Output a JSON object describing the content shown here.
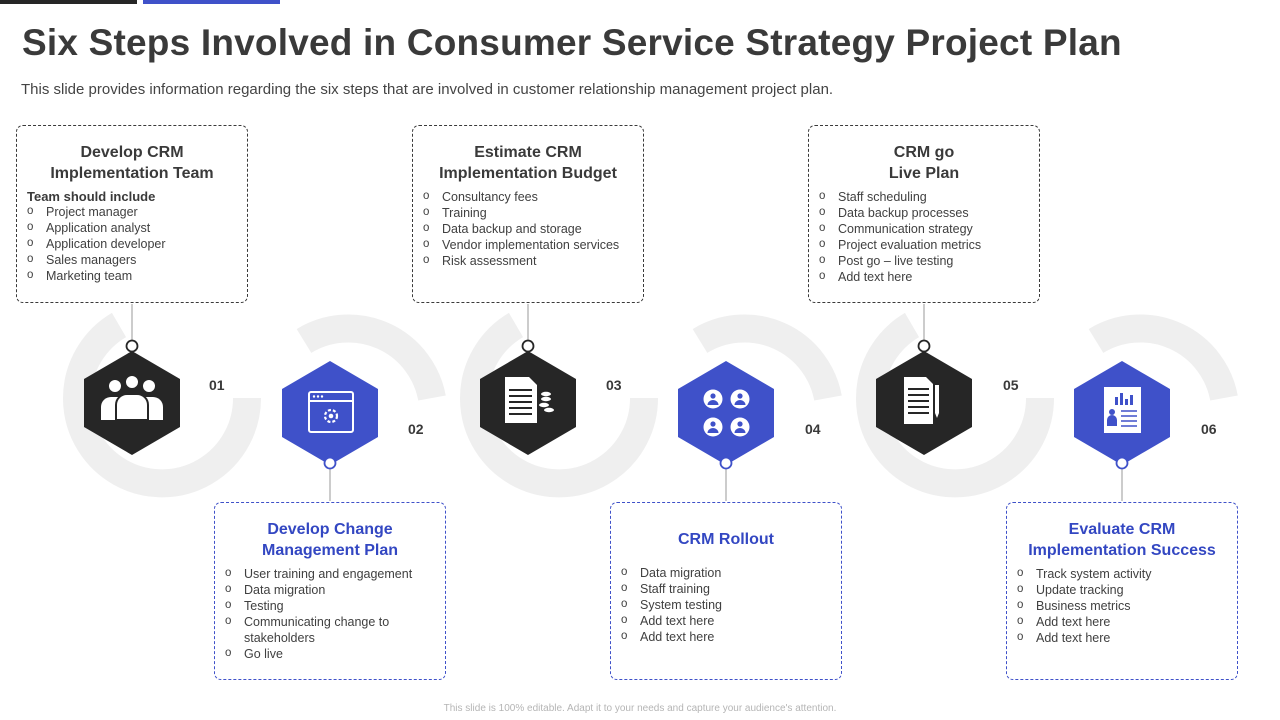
{
  "title": "Six Steps Involved in Consumer Service Strategy Project Plan",
  "subtitle": "This slide provides information regarding the six steps that are involved in customer relationship management project plan.",
  "colors": {
    "dark": "#262626",
    "blue": "#3f51c9",
    "ring": "#efefef",
    "text": "#3a3a3a"
  },
  "steps": [
    {
      "number": "01",
      "title_lines": [
        "Develop CRM",
        "Implementation Team"
      ],
      "subheading": "Team should include",
      "items": [
        "Project manager",
        "Application analyst",
        "Application developer",
        "Sales managers",
        "Marketing team"
      ],
      "icon": "team-icon"
    },
    {
      "number": "02",
      "title_lines": [
        "Develop Change",
        "Management Plan"
      ],
      "items": [
        "User training and engagement",
        "Data migration",
        "Testing",
        "Communicating change to stakeholders",
        "Go live"
      ],
      "icon": "browser-settings-icon"
    },
    {
      "number": "03",
      "title_lines": [
        "Estimate CRM",
        "Implementation Budget"
      ],
      "items": [
        "Consultancy fees",
        "Training",
        "Data backup and storage",
        "Vendor implementation services",
        "Risk assessment"
      ],
      "icon": "document-coins-icon"
    },
    {
      "number": "04",
      "title_lines": [
        "CRM Rollout"
      ],
      "items": [
        "Data migration",
        "Staff training",
        "System testing",
        "Add text here",
        "Add text here"
      ],
      "icon": "group-users-icon"
    },
    {
      "number": "05",
      "title_lines": [
        "CRM go",
        "Live Plan"
      ],
      "items": [
        "Staff scheduling",
        "Data backup processes",
        "Communication strategy",
        "Project evaluation  metrics",
        "Post go – live testing",
        "Add text here"
      ],
      "icon": "document-pen-icon"
    },
    {
      "number": "06",
      "title_lines": [
        "Evaluate CRM",
        "Implementation Success"
      ],
      "items": [
        "Track system activity",
        "Update tracking",
        "Business metrics",
        "Add text here",
        "Add text here"
      ],
      "icon": "report-icon"
    }
  ],
  "footer": "This slide is 100% editable. Adapt it to your needs and capture your audience's attention."
}
